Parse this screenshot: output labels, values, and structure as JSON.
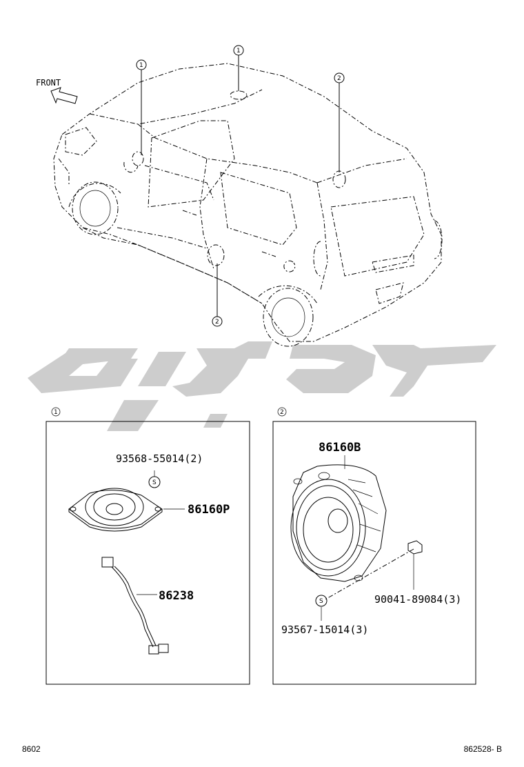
{
  "orientation_label": "FRONT",
  "location_markers": [
    "1",
    "1",
    "2",
    "2"
  ],
  "panel1": {
    "id": "1",
    "screw_part": "93568-55014(2)",
    "screw_symbol": "S",
    "speaker_part": "86160P",
    "harness_part": "86238"
  },
  "panel2": {
    "id": "2",
    "speaker_part": "86160B",
    "clip_part": "90041-89084(3)",
    "screw_part": "93567-15014(3)",
    "screw_symbol": "S"
  },
  "footer": {
    "left": "8602",
    "right": "862528- B"
  }
}
